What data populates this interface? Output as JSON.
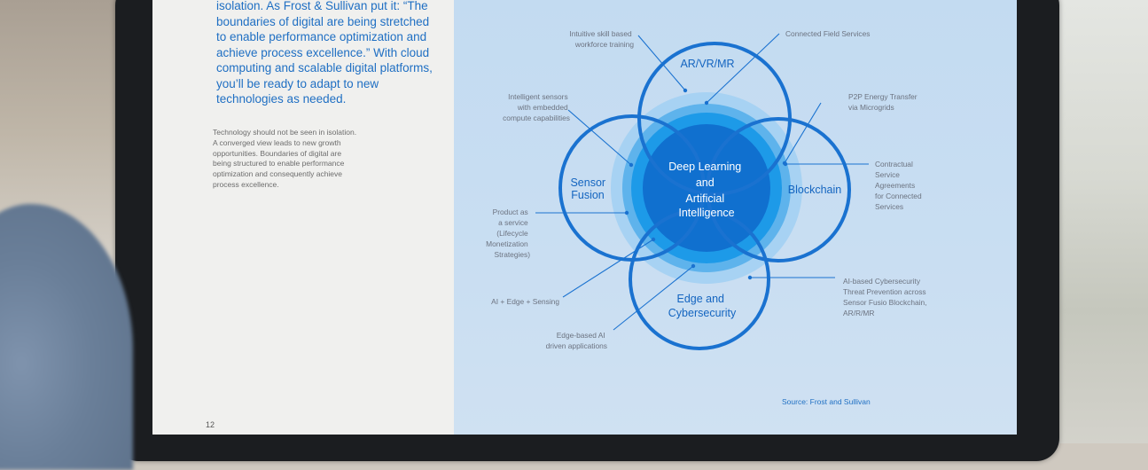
{
  "left_page": {
    "quote_lines": [
      "isolation. As Frost & Sullivan put it: “The",
      "boundaries of digital are being stretched",
      "to enable performance optimization and",
      "achieve process excellence.” With cloud",
      "computing and scalable digital platforms,",
      "you’ll be ready to adapt to new",
      "technologies as needed."
    ],
    "body_lines": [
      "Technology should not be seen in isolation.",
      "A converged view leads to new growth",
      "opportunities. Boundaries of digital are",
      "being structured to enable performance",
      "optimization and consequently achieve",
      "process excellence."
    ],
    "page_number": "12"
  },
  "diagram": {
    "center": [
      "Deep Learning",
      "and",
      "Artificial",
      "Intelligence"
    ],
    "circles": {
      "top": [
        "AR/VR/MR"
      ],
      "left": [
        "Sensor",
        "Fusion"
      ],
      "right": [
        "Blockchain"
      ],
      "bottom": [
        "Edge and",
        "Cybersecurity"
      ]
    },
    "annotations": {
      "skill_training": [
        "Intuitive skill based",
        "workforce training"
      ],
      "connected_field": [
        "Connected Field Services"
      ],
      "intelligent_sensors": [
        "Intelligent sensors",
        "with embedded",
        "compute capabilities"
      ],
      "p2p_energy": [
        "P2P Energy Transfer",
        "via Microgrids"
      ],
      "contractual": [
        "Contractual",
        "Service",
        "Agreements",
        "for Connected",
        "Services"
      ],
      "product_service": [
        "Product as",
        "a service",
        "(Lifecycle",
        "Monetization",
        "Strategies)"
      ],
      "ai_edge_sensing": [
        "AI + Edge + Sensing"
      ],
      "ai_cyber": [
        "AI-based Cybersecurity",
        "Threat Prevention across",
        "Sensor Fusio Blockchain,",
        "AR/R/MR"
      ],
      "edge_ai": [
        "Edge-based AI",
        "driven applications"
      ]
    },
    "source": "Source: Frost and Sullivan"
  },
  "colors": {
    "accent_blue": "#1465c0",
    "ring_blue": "#1a72d0",
    "center_dark": "#1070cf",
    "mid_blue": "#1d9ae8",
    "pale_ring": "#7fc1ee"
  }
}
